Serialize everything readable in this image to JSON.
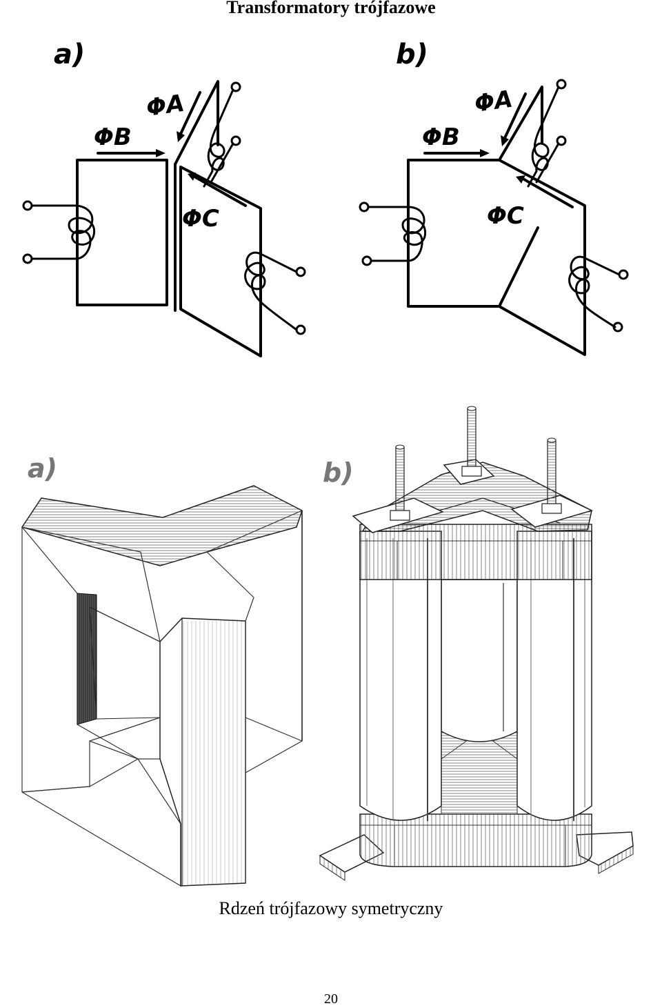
{
  "page": {
    "title": "Transformatory trójfazowe",
    "caption": "Rdzeń trójfazowy symetryczny",
    "page_number": "20"
  },
  "top_figure": {
    "panel_a_label": "a)",
    "panel_b_label": "b)",
    "flux_a": "ΦA",
    "flux_b": "ΦB",
    "flux_c": "ΦC"
  },
  "bottom_figure": {
    "panel_a_label": "a)",
    "panel_b_label": "b)"
  }
}
